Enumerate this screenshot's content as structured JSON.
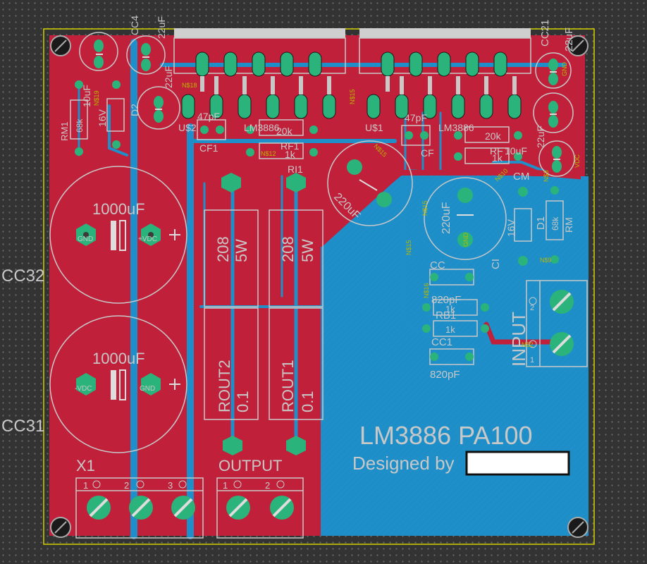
{
  "colors": {
    "background": "#333333",
    "top_copper": "#c0203a",
    "bottom_copper": "#1e8fc8",
    "pad": "#2ab37a",
    "silkscreen": "#c8c8c8",
    "board_outline": "#d2d200",
    "drill": "#3a3a3a",
    "name_label": "#b8b800"
  },
  "board": {
    "title": "LM3886 PA100",
    "designed_by": "Designed by"
  },
  "labels": {
    "cc4": "CC4",
    "cc4_val": "22uF",
    "cc21": "CC21",
    "cc21_val": "22uF",
    "cc2_val": "22uF",
    "c_right_val": "22uF",
    "rm1": "RM1",
    "rm1_val": "68k",
    "d2_val": "16V",
    "d2": "D2",
    "c10uf": "10uF",
    "cf1": "CF1",
    "cf1_val": "47pF",
    "u2": "U$2",
    "lm3886_left": "LM3886",
    "rf1_val": "20k",
    "rf1": "RF1",
    "rf1_k": "1k",
    "ri1": "RI1",
    "u1": "U$1",
    "cf": "CF",
    "cf_val": "47pF",
    "lm3886_right": "LM3886",
    "rf_val": "20k",
    "rf": "RF",
    "rf_k": "1k",
    "c_ten": "10uF",
    "cm": "CM",
    "ci_val": "220uF",
    "ci": "CI",
    "d1_val": "16V",
    "d1": "D1",
    "rm": "RM",
    "rm_val": "68k",
    "big_cap_val": "220uF",
    "cc32": "CC32",
    "cc32_val": "1000uF",
    "cc32_gnd": "GND",
    "cc32_vdc": "+VDC",
    "cc31": "CC31",
    "cc31_val": "1000uF",
    "cc31_vdc": "-VDC",
    "cc31_gnd": "GND",
    "r208_a": "208",
    "r5w_a": "5W",
    "r208_b": "208",
    "r5w_b": "5W",
    "rout2": "ROUT2",
    "rout2_val": "0.1",
    "rout1": "ROUT1",
    "rout1_val": "0.1",
    "cc": "CC",
    "cc_val": "820pF",
    "rb1": "RB1",
    "rb1_k": "1k",
    "rb_k": "1k",
    "cc1": "CC1",
    "cc1_val": "820pF",
    "input": "INPUT",
    "input_p1": "1",
    "input_p2": "2",
    "x1": "X1",
    "x1_p1": "1",
    "x1_p2": "2",
    "x1_p3": "3",
    "output": "OUTPUT",
    "out_p1": "1",
    "out_p2": "2"
  },
  "nets": {
    "n18": "N$18",
    "n19": "N$19",
    "n12": "N$12",
    "n15a": "N$15",
    "n15b": "N$15",
    "n15c": "N$15",
    "n15d": "N$15",
    "n16": "N$16",
    "n9": "N$9",
    "n10": "N$10",
    "n2": "N$2",
    "n3": "N$3",
    "gnd1": "GND",
    "gnd2": "GND",
    "vdc_tag": "VDC"
  }
}
